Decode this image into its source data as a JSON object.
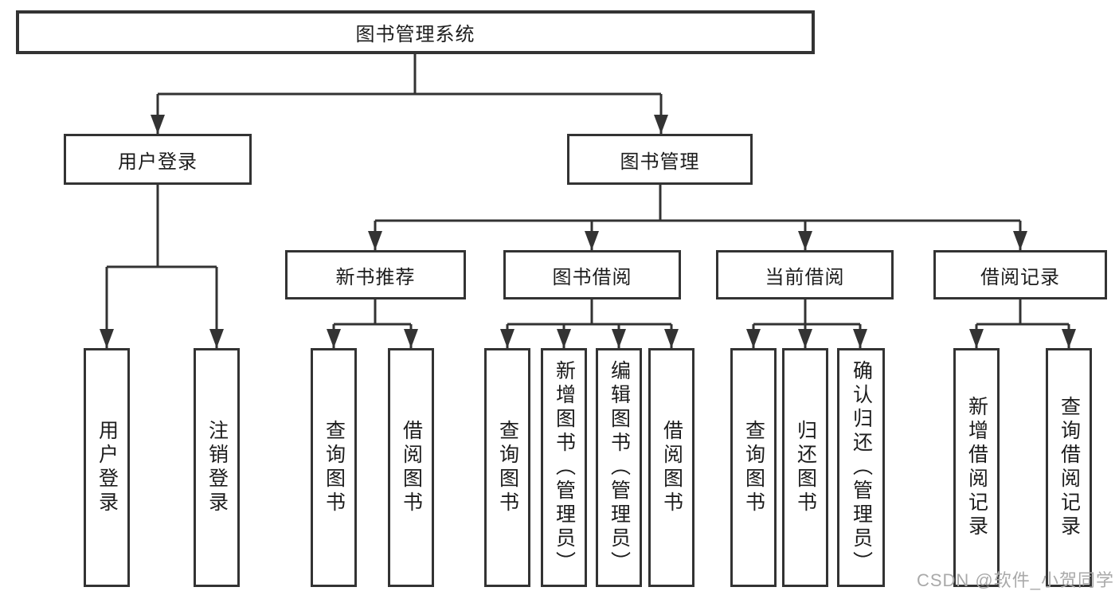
{
  "tree": {
    "root": "图书管理系统",
    "level2": [
      "用户登录",
      "图书管理"
    ],
    "book_management_children": [
      "新书推荐",
      "图书借阅",
      "当前借阅",
      "借阅记录"
    ],
    "leaves_user_login": [
      "用户登录",
      "注销登录"
    ],
    "leaves_new_book": [
      "查询图书",
      "借阅图书"
    ],
    "leaves_book_borrow": [
      "查询图书",
      "新增图书（管理员）",
      "编辑图书（管理员）",
      "借阅图书"
    ],
    "leaves_current_borrow": [
      "查询图书",
      "归还图书",
      "确认归还（管理员）"
    ],
    "leaves_borrow_record": [
      "新增借阅记录",
      "查询借阅记录"
    ]
  },
  "watermark": {
    "text": "CSDN @软件_小贺同学"
  },
  "colors": {
    "line": "#333333",
    "box_border": "#333333",
    "text": "#1c1c1c",
    "watermark": "#a9a9a9",
    "background": "#ffffff"
  }
}
